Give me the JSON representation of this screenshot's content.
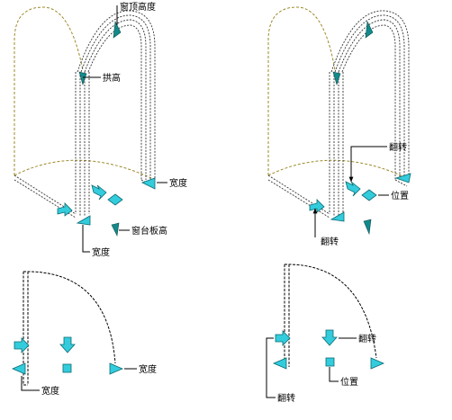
{
  "colors": {
    "grip_fill": "#33ccdd",
    "grip_dark": "#138a8a",
    "outline": "#0b6b73",
    "dashed_curve": "#9c8a2a",
    "text": "#000000"
  },
  "icons": [
    "arrow-right-icon",
    "arrow-down-icon",
    "triangle-left-icon",
    "triangle-right-icon",
    "square-grip-icon",
    "diamond-grip-icon",
    "triangle-grip-icon"
  ],
  "labels": {
    "window_top_height": "窗顶高度",
    "arch_height": "拱高",
    "width_right_top": "宽度",
    "sill_height": "窗台板高",
    "width_bottom_top": "宽度",
    "flip_upper_right": "翻转",
    "position_upper_right": "位置",
    "flip_lower_upper_right": "翻转",
    "width_plan_left": "宽度",
    "width_plan_right": "宽度",
    "flip_plan_right": "翻转",
    "position_plan_right": "位置",
    "flip_plan_bottom": "翻转"
  }
}
